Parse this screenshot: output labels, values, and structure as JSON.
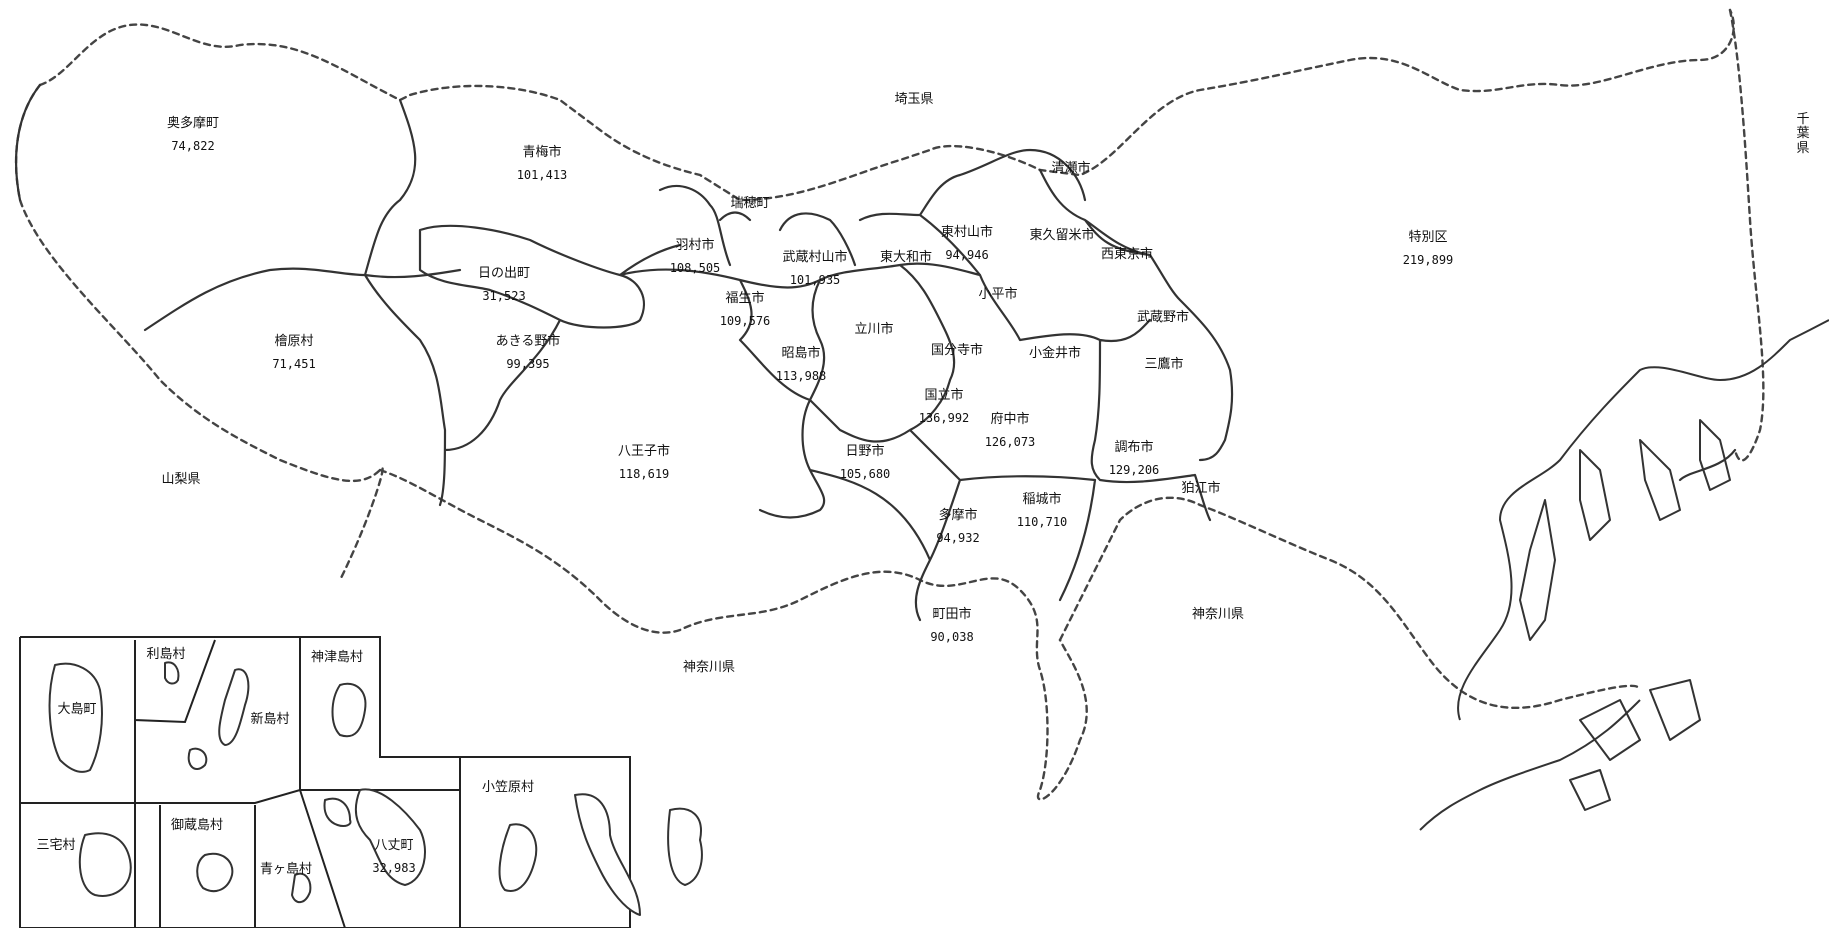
{
  "municipalities": [
    {
      "name": "奥多摩町",
      "value": "74,822"
    },
    {
      "name": "青梅市",
      "value": "101,413"
    },
    {
      "name": "瑞穂町",
      "value": ""
    },
    {
      "name": "羽村市",
      "value": "108,505"
    },
    {
      "name": "武蔵村山市",
      "value": "101,935"
    },
    {
      "name": "東大和市",
      "value": ""
    },
    {
      "name": "東村山市",
      "value": "94,946"
    },
    {
      "name": "清瀬市",
      "value": ""
    },
    {
      "name": "東久留米市",
      "value": ""
    },
    {
      "name": "西東京市",
      "value": ""
    },
    {
      "name": "特別区",
      "value": "219,899"
    },
    {
      "name": "日の出町",
      "value": "31,523"
    },
    {
      "name": "福生市",
      "value": "109,576"
    },
    {
      "name": "小平市",
      "value": ""
    },
    {
      "name": "武蔵野市",
      "value": ""
    },
    {
      "name": "檜原村",
      "value": "71,451"
    },
    {
      "name": "あきる野市",
      "value": "99,395"
    },
    {
      "name": "立川市",
      "value": ""
    },
    {
      "name": "昭島市",
      "value": "113,988"
    },
    {
      "name": "国分寺市",
      "value": ""
    },
    {
      "name": "小金井市",
      "value": ""
    },
    {
      "name": "三鷹市",
      "value": ""
    },
    {
      "name": "国立市",
      "value": "136,992"
    },
    {
      "name": "府中市",
      "value": "126,073"
    },
    {
      "name": "八王子市",
      "value": "118,619"
    },
    {
      "name": "日野市",
      "value": "105,680"
    },
    {
      "name": "調布市",
      "value": "129,206"
    },
    {
      "name": "狛江市",
      "value": ""
    },
    {
      "name": "稲城市",
      "value": "110,710"
    },
    {
      "name": "多摩市",
      "value": "94,932"
    },
    {
      "name": "町田市",
      "value": "90,038"
    }
  ],
  "neighbors": [
    {
      "name": "埼玉県"
    },
    {
      "name": "山梨県"
    },
    {
      "name": "神奈川県"
    },
    {
      "name": "神奈川県"
    },
    {
      "name": "千葉県"
    }
  ],
  "islands": [
    {
      "name": "利島村",
      "value": ""
    },
    {
      "name": "神津島村",
      "value": ""
    },
    {
      "name": "大島町",
      "value": ""
    },
    {
      "name": "新島村",
      "value": ""
    },
    {
      "name": "三宅村",
      "value": ""
    },
    {
      "name": "御蔵島村",
      "value": ""
    },
    {
      "name": "青ヶ島村",
      "value": ""
    },
    {
      "name": "八丈町",
      "value": "32,983"
    },
    {
      "name": "小笠原村",
      "value": ""
    }
  ]
}
